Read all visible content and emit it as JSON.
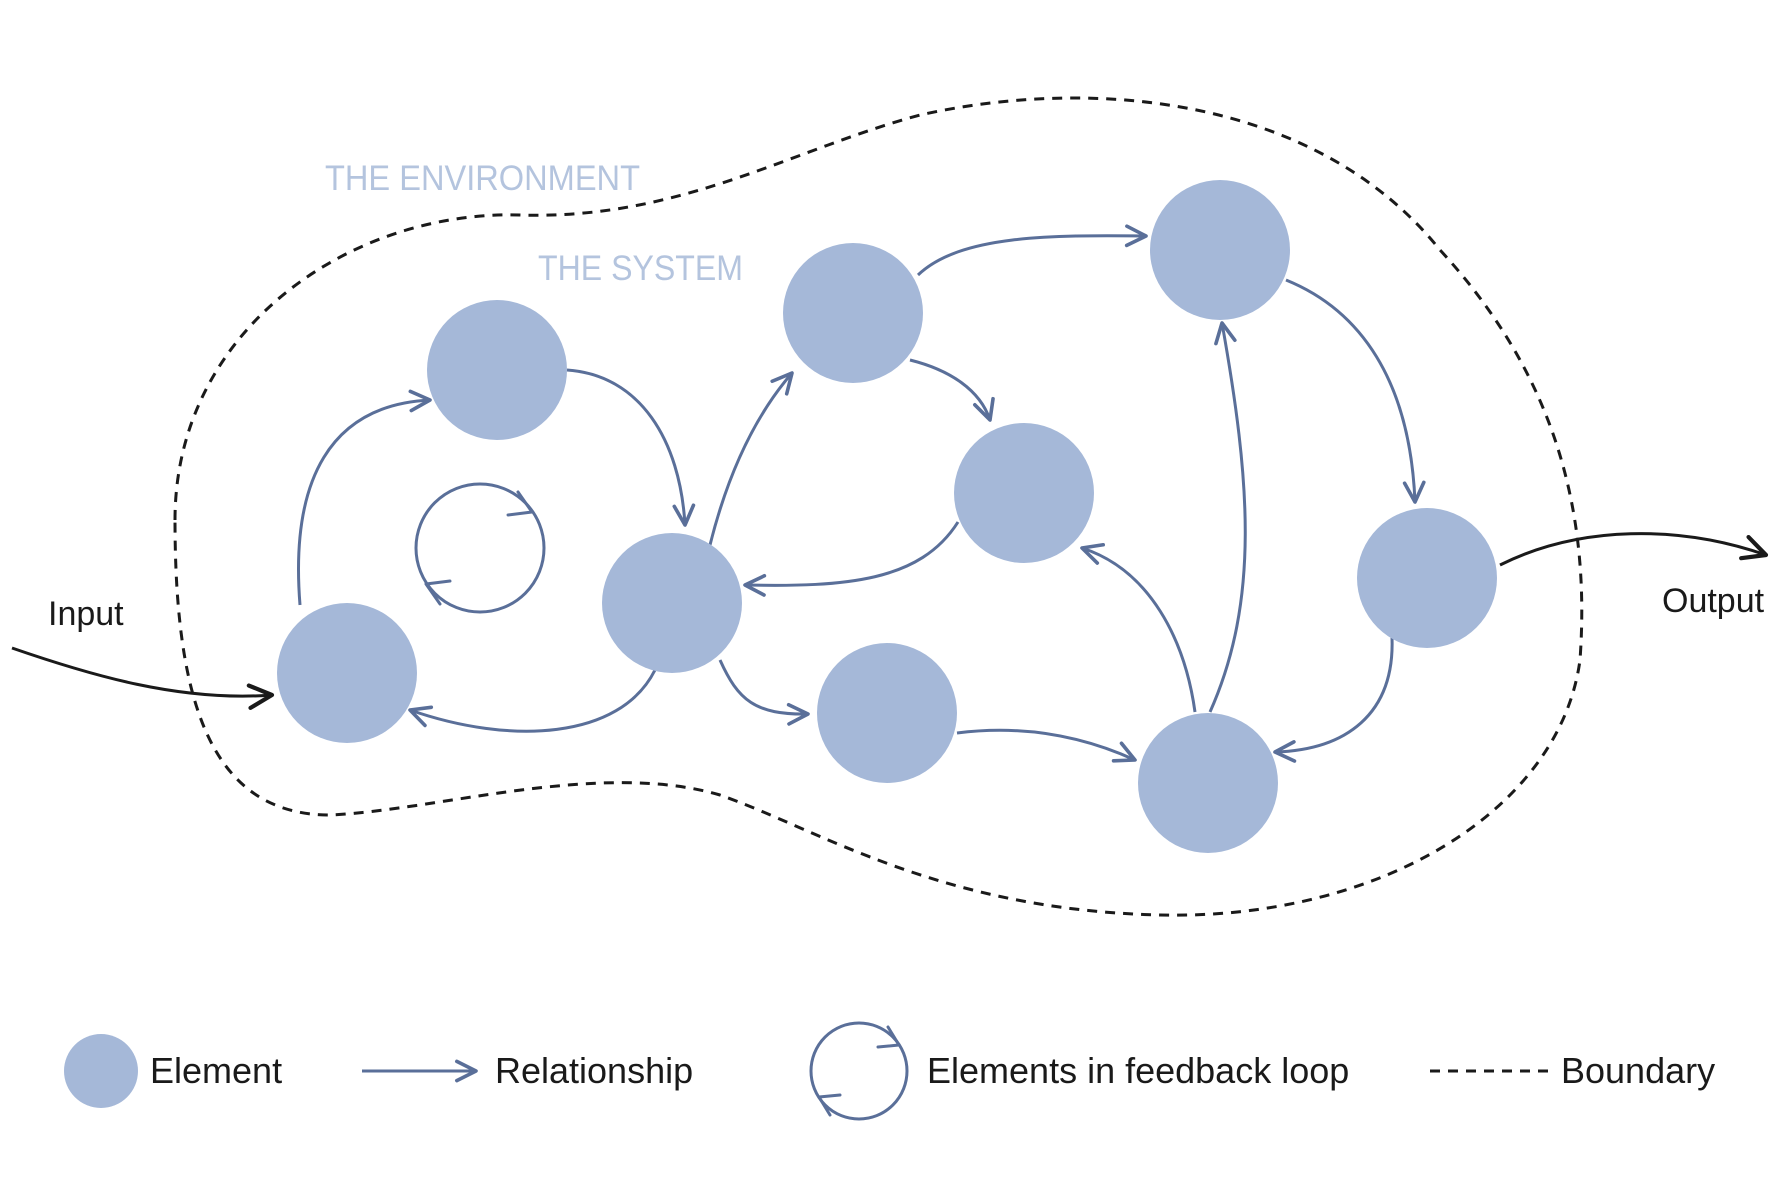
{
  "labels": {
    "environment": "THE ENVIRONMENT",
    "system": "THE SYSTEM",
    "input": "Input",
    "output": "Output"
  },
  "legend": {
    "element": "Element",
    "relationship": "Relationship",
    "feedback_loop": "Elements in feedback loop",
    "boundary": "Boundary"
  },
  "colors": {
    "element_fill": "#a5b8d8",
    "relationship_stroke": "#5a6f99",
    "label_light": "#b4c4de",
    "text_dark": "#1a1a1a",
    "boundary_stroke": "#1a1a1a"
  }
}
